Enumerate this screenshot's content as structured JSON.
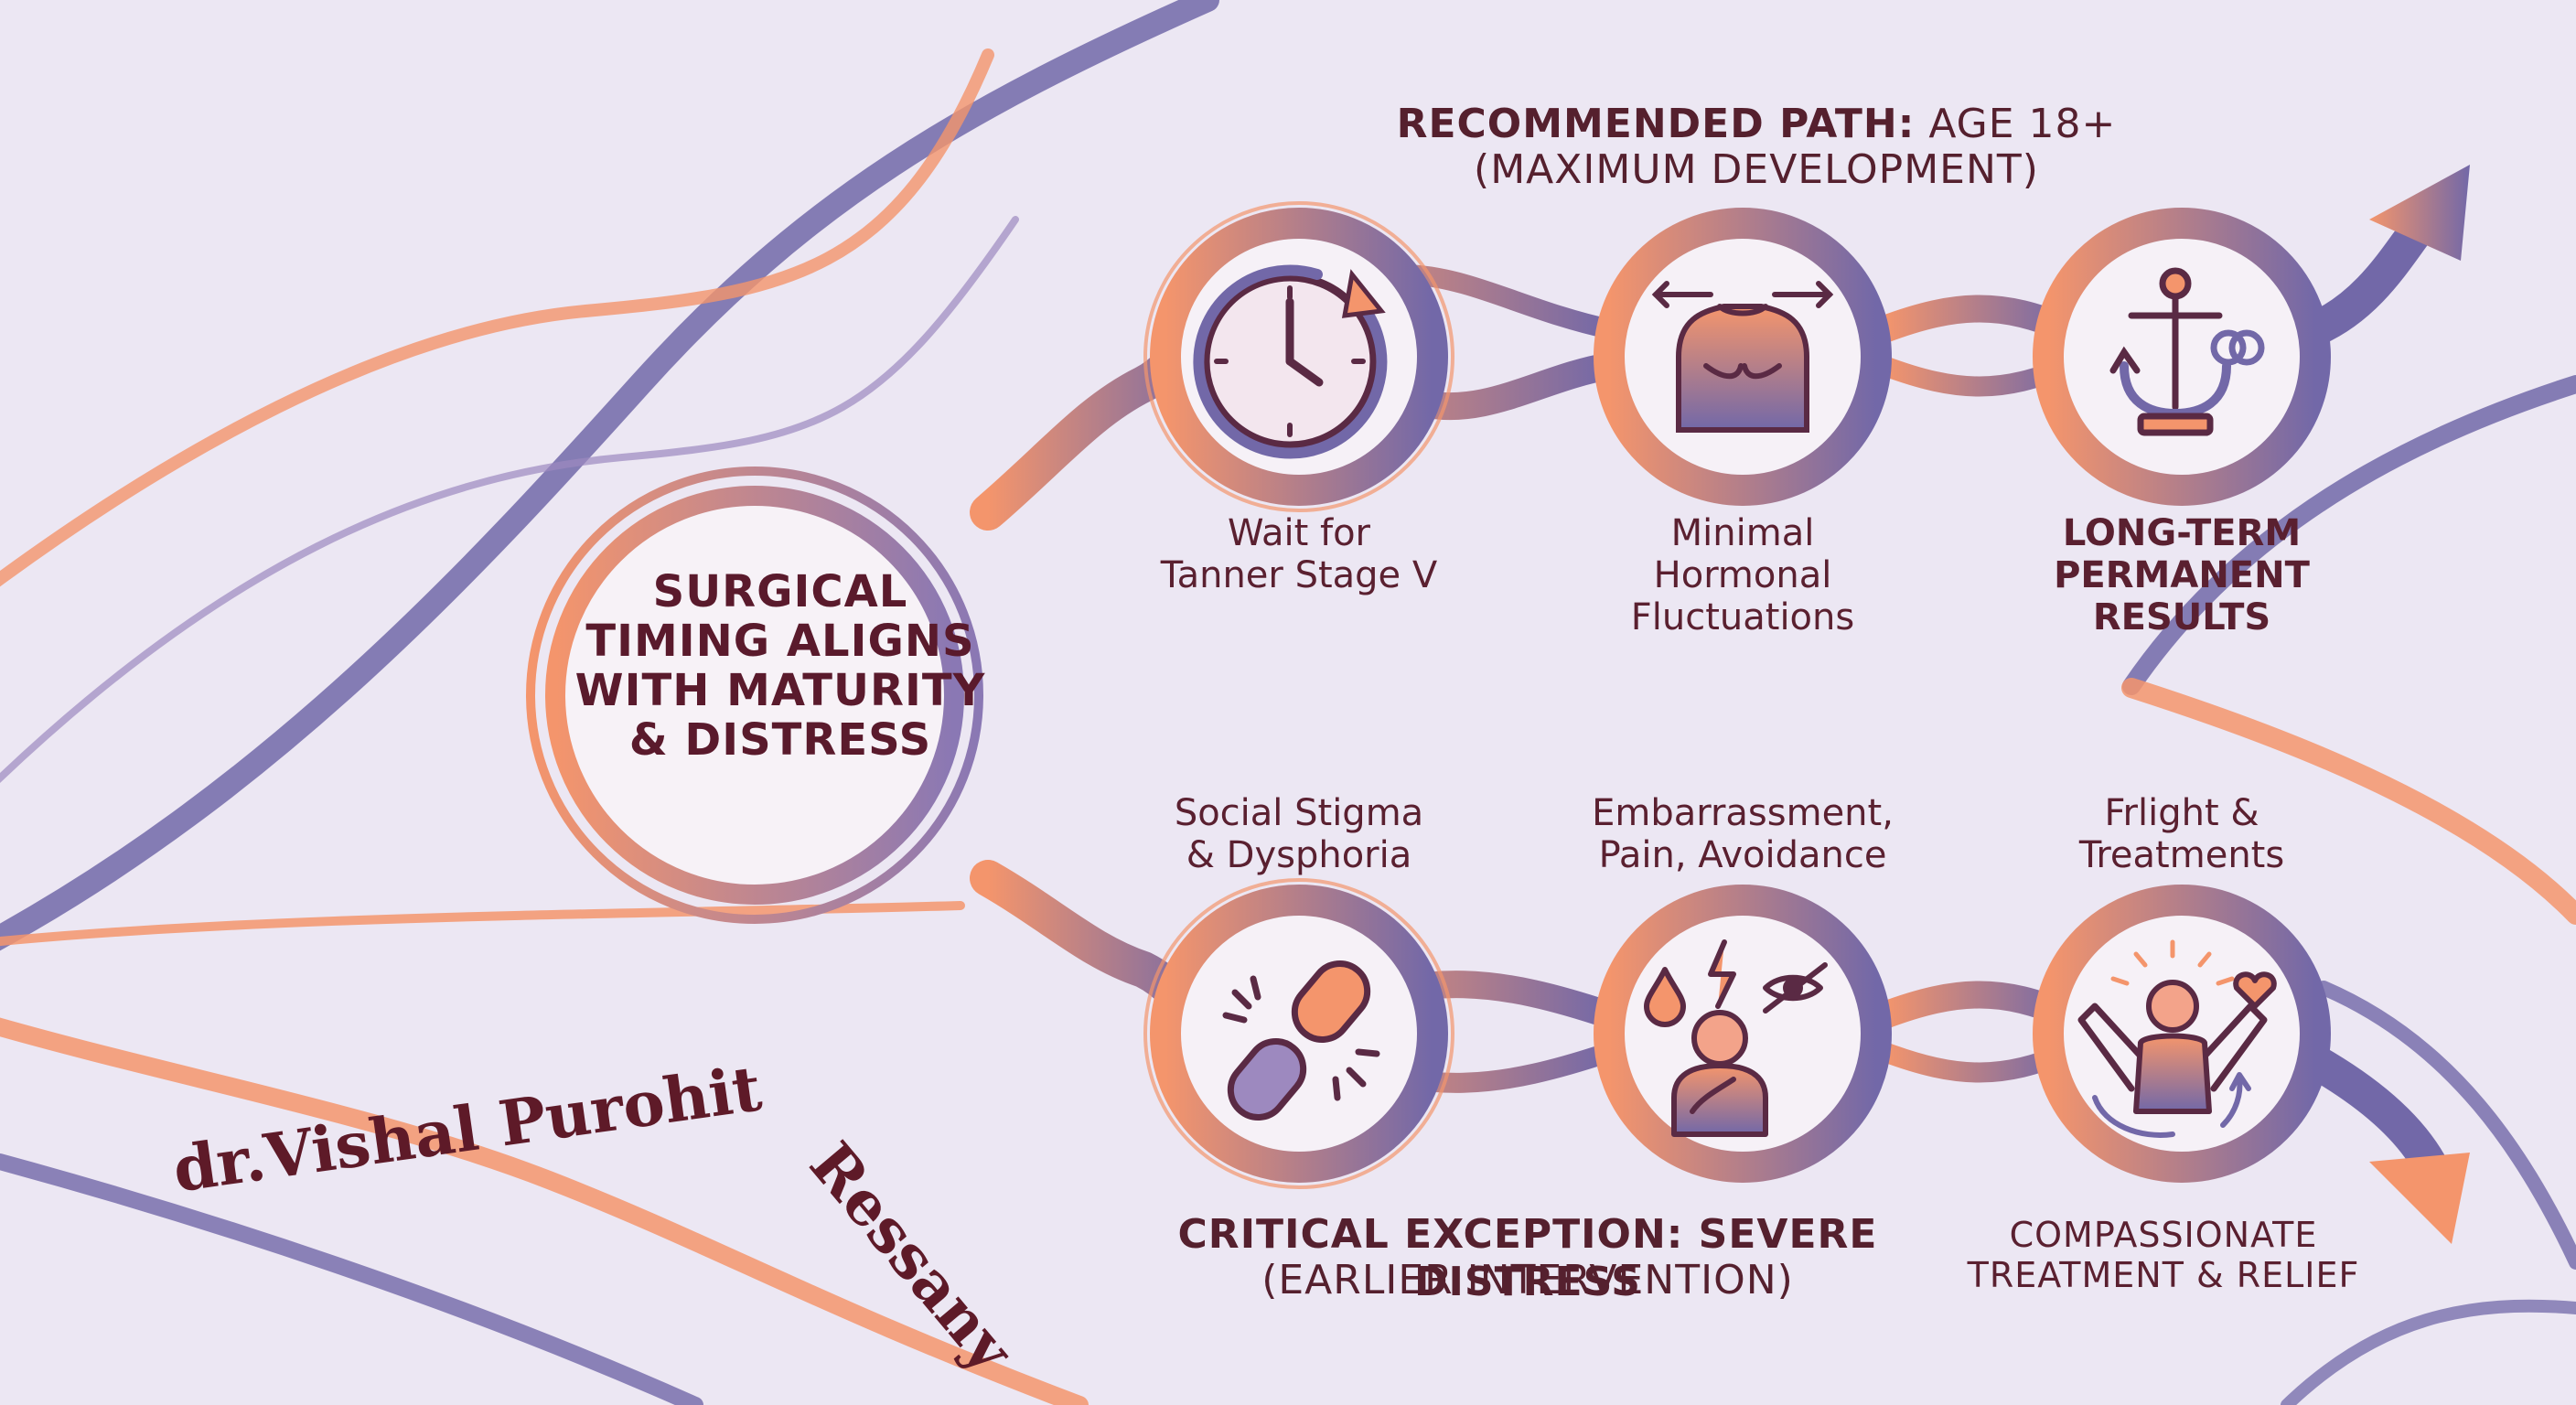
{
  "center": {
    "title": "SURGICAL TIMING ALIGNS WITH MATURITY & DISTRESS"
  },
  "top_path": {
    "heading_strong": "RECOMMENDED PATH:",
    "heading_rest": " AGE 18+",
    "subheading": "(MAXIMUM DEVELOPMENT)",
    "nodes": [
      {
        "icon": "clock-icon",
        "label_lines": [
          "Wait for",
          "Tanner Stage V"
        ]
      },
      {
        "icon": "chest-arrows-icon",
        "label_lines": [
          "Minimal",
          "Hormonal",
          "Fluctuations"
        ]
      },
      {
        "icon": "anchor-balance-icon",
        "label_lines": [
          "LONG-TERM",
          "PERMANENT",
          "RESULTS"
        ]
      }
    ]
  },
  "bottom_path": {
    "heading": "CRITICAL EXCEPTION: SEVERE DISTRESS",
    "subheading": "(EARLIER INTERVENTION)",
    "nodes": [
      {
        "icon": "broken-chain-icon",
        "label_lines": [
          "Social Stigma",
          "& Dysphoria"
        ]
      },
      {
        "icon": "distressed-person-icon",
        "label_lines": [
          "Embarrassment,",
          "Pain, Avoidance"
        ]
      },
      {
        "icon": "joyful-person-icon",
        "label_lines": [
          "Frlight &",
          "Treatments"
        ]
      }
    ],
    "outcome_lines": [
      "COMPASSIONATE",
      "TREATMENT & RELIEF"
    ]
  },
  "signature": {
    "name": "dr.Vishal Purohit",
    "brand": "Ressany"
  },
  "colors": {
    "background": "#ece7f3",
    "peach": "#f4956c",
    "purple": "#7268a8",
    "maroon": "#5a2030",
    "node_fill": "#f6f1f7"
  }
}
